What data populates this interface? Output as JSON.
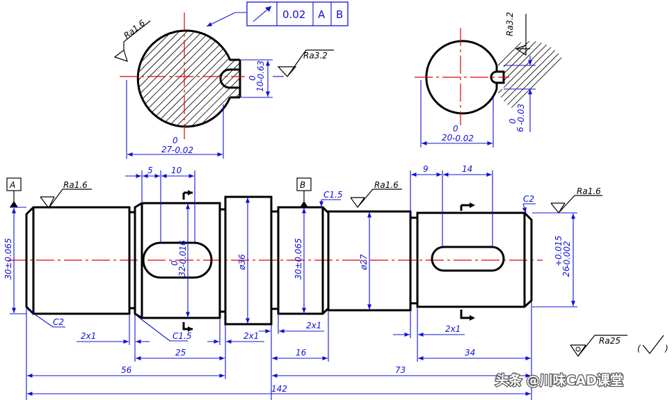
{
  "section_left": {
    "roughness": "Ra1.6",
    "keyway_roughness": "Ra3.2",
    "keyway_depth": "10",
    "keyway_depth_tol": "0",
    "keyway_depth_tol2": "-0.63",
    "width": "27",
    "width_tol": "0",
    "width_tol2": "-0.02"
  },
  "tolerance_frame": {
    "value": "0.02",
    "datum1": "A",
    "datum2": "B"
  },
  "section_right": {
    "roughness": "Ra3.2",
    "width": "20",
    "width_tol": "0",
    "width_tol2": "-0.02",
    "keyway": "6",
    "keyway_tol": "0",
    "keyway_tol2": "-0.03"
  },
  "shaft": {
    "datum_a": "A",
    "datum_b": "B",
    "ra_left": "Ra1.6",
    "ra_mid": "Ra1.6",
    "ra_right": "Ra1.6",
    "ra_general": "Ra25",
    "chamfer_c15_top": "C1.5",
    "chamfer_c2_right": "C2",
    "chamfer_c2_left": "C2",
    "chamfer_c15_bottom": "C1.5",
    "dia_left": "30±0.065",
    "dia_key1": "32",
    "dia_key1_tol": "0",
    "dia_key1_tol2": "-0.016",
    "dia_collar": "ø36",
    "dia_mid": "30±0.065",
    "dia_27": "ø27",
    "dia_right": "26",
    "dia_right_tol": "+0.015",
    "dia_right_tol2": "-0.002",
    "dim_5": "5",
    "dim_10": "10",
    "dim_9": "9",
    "dim_14": "14",
    "groove_1": "2x1",
    "groove_2": "2x1",
    "groove_3": "2x1",
    "groove_4": "2x1",
    "dim_25": "25",
    "dim_16": "16",
    "dim_34": "34",
    "dim_56": "56",
    "dim_73": "73",
    "dim_142": "142"
  },
  "watermark": "头条 @川味CAD课堂"
}
